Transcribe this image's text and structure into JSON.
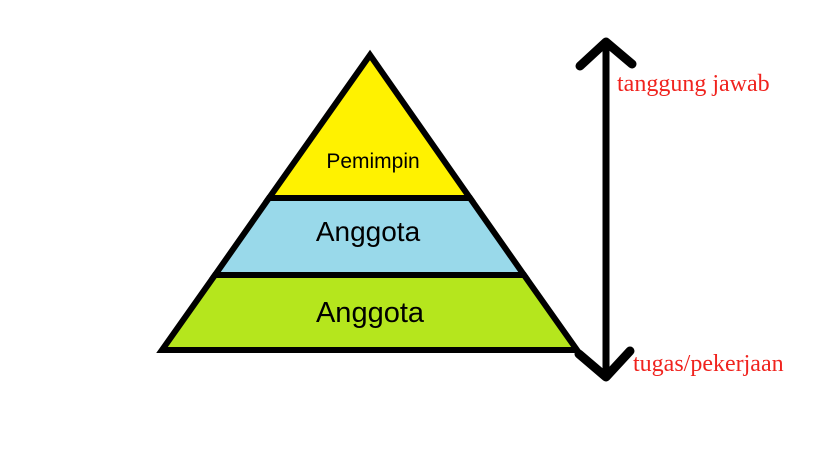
{
  "diagram": {
    "title": "organization-pyramid",
    "pyramid": {
      "outline_color": "#000000",
      "levels": [
        {
          "label": "Pemimpin",
          "color": "#fff200"
        },
        {
          "label": "Anggota",
          "color": "#99d9ea"
        },
        {
          "label": "Anggota",
          "color": "#b5e61d"
        }
      ]
    },
    "axis_arrow": {
      "arrow_color": "#000000",
      "label_color": "#f0231e",
      "top_label": "tanggung jawab",
      "bottom_label": "tugas/pekerjaan"
    }
  }
}
